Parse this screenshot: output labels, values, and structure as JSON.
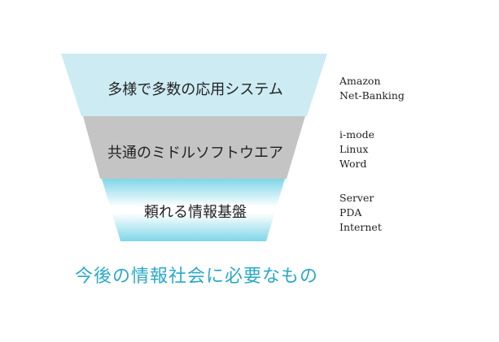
{
  "layers": [
    {
      "label": "多様で多数の応用システム",
      "examples": [
        "Amazon",
        "Net-Banking"
      ]
    },
    {
      "label": "共通のミドルソフトウエア",
      "examples": [
        "i-mode",
        "Linux",
        "Word"
      ]
    },
    {
      "label": "頼れる情報基盤",
      "examples": [
        "Server",
        "PDA",
        "Internet"
      ]
    }
  ],
  "caption": "今後の情報社会に必要なもの",
  "colors": {
    "top_band": "#cdebf3",
    "middle_band": "#c4c4c4",
    "bottom_band_edge": "#7fd6e8",
    "bottom_band_center": "#ffffff",
    "caption": "#2aa9c6"
  }
}
